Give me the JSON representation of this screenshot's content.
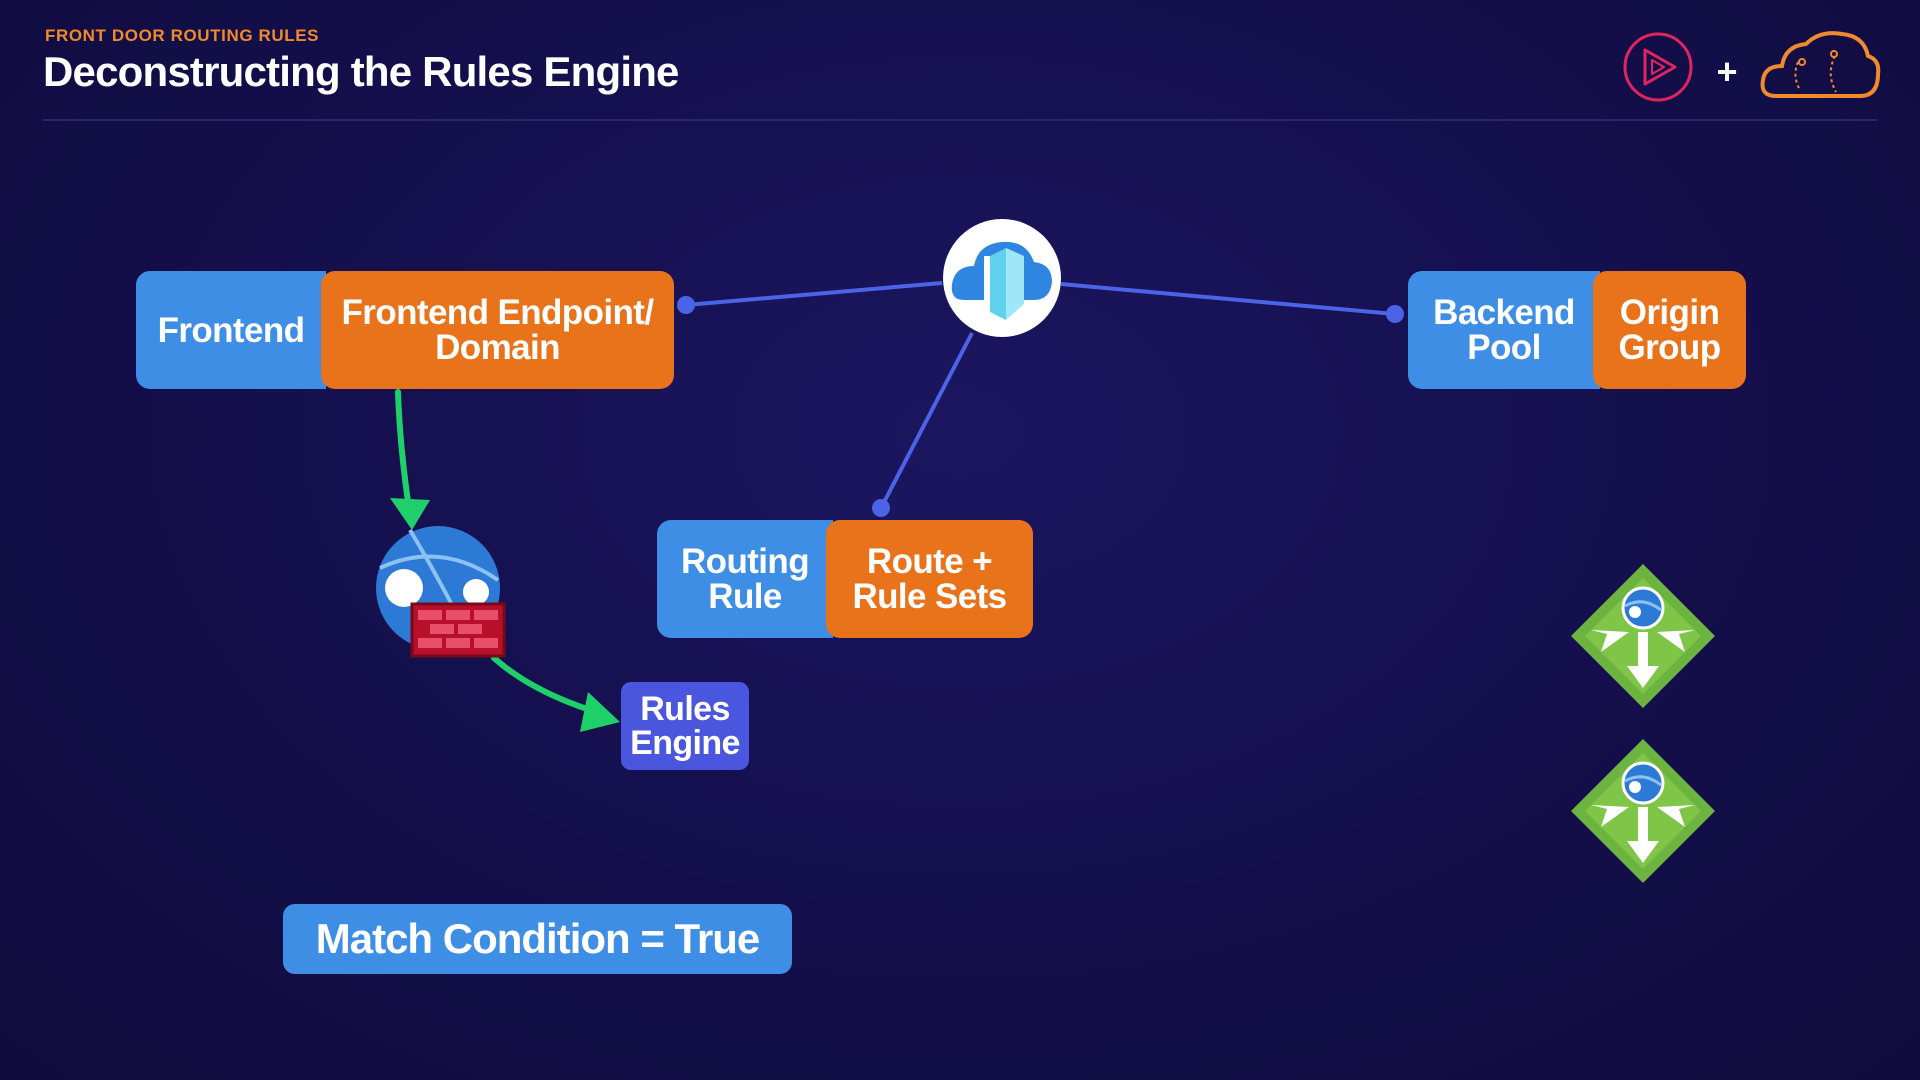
{
  "header": {
    "eyebrow": "FRONT DOOR ROUTING RULES",
    "title": "Deconstructing the Rules Engine",
    "plus_sign": "+"
  },
  "nodes": {
    "frontend": "Frontend",
    "frontend_endpoint": [
      "Frontend Endpoint/",
      "Domain"
    ],
    "backend_pool": [
      "Backend",
      "Pool"
    ],
    "origin_group": [
      "Origin",
      "Group"
    ],
    "routing_rule": [
      "Routing",
      "Rule"
    ],
    "route_rulesets": [
      "Route +",
      "Rule Sets"
    ],
    "rules_engine": [
      "Rules",
      "Engine"
    ],
    "match_condition": "Match Condition = True"
  },
  "icons": {
    "front_door": "azure-front-door-icon",
    "waf": "web-application-firewall-icon",
    "load_balancer": "load-balancer-icon",
    "pluralsight": "pluralsight-play-icon",
    "acg_cloud": "acloudguru-cloud-icon"
  },
  "colors": {
    "blue": "#3f8ee6",
    "orange": "#e8731a",
    "purple": "#4a56de",
    "connector": "#4b63e6",
    "arrow_green": "#1fcf6a",
    "lb_green": "#6cb33f"
  }
}
